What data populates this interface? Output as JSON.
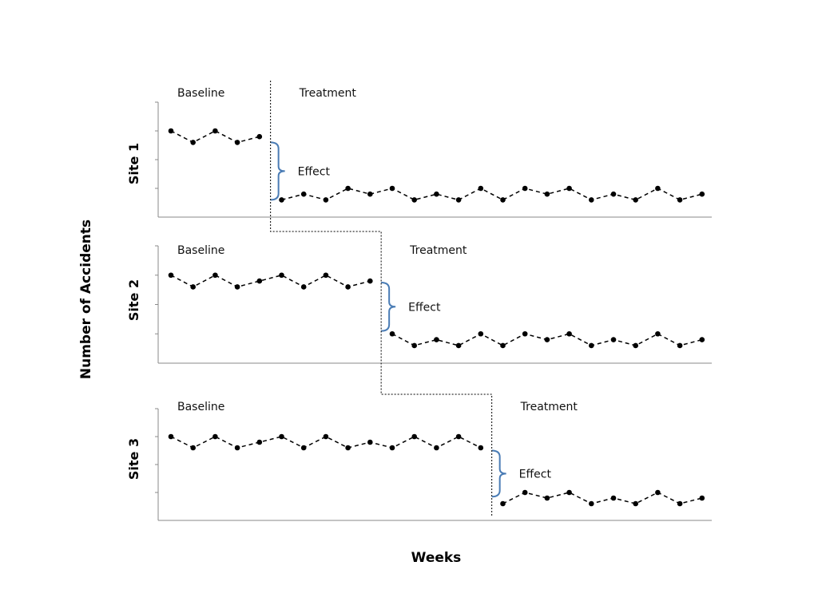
{
  "chart_data": {
    "type": "line",
    "title": "",
    "xlabel": "Weeks",
    "ylabel": "Number of Accidents",
    "grid": false,
    "ylim": [
      0,
      4
    ],
    "panels": [
      {
        "name": "Site 1",
        "baseline_label": "Baseline",
        "treatment_label": "Treatment",
        "effect_label": "Effect",
        "phase_change_after_week": 5,
        "effect_range": [
          0.6,
          2.6
        ],
        "baseline": {
          "x": [
            1,
            2,
            3,
            4,
            5
          ],
          "y": [
            3.0,
            2.6,
            3.0,
            2.6,
            2.8
          ]
        },
        "treatment": {
          "x": [
            6,
            7,
            8,
            9,
            10,
            11,
            12,
            13,
            14,
            15,
            16,
            17,
            18,
            19,
            20,
            21,
            22,
            23,
            24,
            25
          ],
          "y": [
            0.6,
            0.8,
            0.6,
            1.0,
            0.8,
            1.0,
            0.6,
            0.8,
            0.6,
            1.0,
            0.6,
            1.0,
            0.8,
            1.0,
            0.6,
            0.8,
            0.6,
            1.0,
            0.6,
            0.8
          ]
        }
      },
      {
        "name": "Site 2",
        "baseline_label": "Baseline",
        "treatment_label": "Treatment",
        "effect_label": "Effect",
        "phase_change_after_week": 10,
        "effect_range": [
          1.1,
          2.75
        ],
        "baseline": {
          "x": [
            1,
            2,
            3,
            4,
            5,
            6,
            7,
            8,
            9,
            10
          ],
          "y": [
            3.0,
            2.6,
            3.0,
            2.6,
            2.8,
            3.0,
            2.6,
            3.0,
            2.6,
            2.8
          ]
        },
        "treatment": {
          "x": [
            11,
            12,
            13,
            14,
            15,
            16,
            17,
            18,
            19,
            20,
            21,
            22,
            23,
            24,
            25
          ],
          "y": [
            1.0,
            0.6,
            0.8,
            0.6,
            1.0,
            0.6,
            1.0,
            0.8,
            1.0,
            0.6,
            0.8,
            0.6,
            1.0,
            0.6,
            0.8
          ]
        }
      },
      {
        "name": "Site 3",
        "baseline_label": "Baseline",
        "treatment_label": "Treatment",
        "effect_label": "Effect",
        "phase_change_after_week": 15,
        "effect_range": [
          0.85,
          2.5
        ],
        "baseline": {
          "x": [
            1,
            2,
            3,
            4,
            5,
            6,
            7,
            8,
            9,
            10,
            11,
            12,
            13,
            14,
            15
          ],
          "y": [
            3.0,
            2.6,
            3.0,
            2.6,
            2.8,
            3.0,
            2.6,
            3.0,
            2.6,
            2.8,
            2.6,
            3.0,
            2.6,
            3.0,
            2.6
          ]
        },
        "treatment": {
          "x": [
            16,
            17,
            18,
            19,
            20,
            21,
            22,
            23,
            24,
            25
          ],
          "y": [
            0.6,
            1.0,
            0.8,
            1.0,
            0.6,
            0.8,
            0.6,
            1.0,
            0.6,
            0.8
          ]
        }
      }
    ]
  }
}
